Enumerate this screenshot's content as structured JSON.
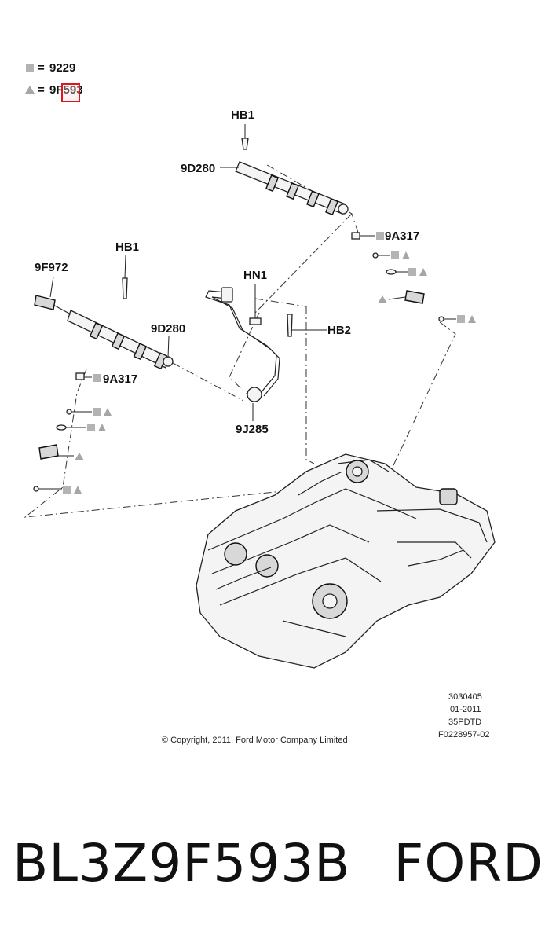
{
  "legend": {
    "square_part": "9229",
    "triangle_part": "9F593",
    "separator": "="
  },
  "callouts": {
    "hb1_top": "HB1",
    "d280_top": "9D280",
    "a317_right": "9A317",
    "hb1_left": "HB1",
    "f972": "9F972",
    "hn1": "HN1",
    "d280_left": "9D280",
    "hb2": "HB2",
    "a317_left": "9A317",
    "j285": "9J285"
  },
  "drawing_info": {
    "code1": "3030405",
    "date": "01-2011",
    "code2": "35PDTD",
    "figure": "F0228957-02",
    "copyright": "© Copyright, 2011, Ford Motor Company Limited"
  },
  "footer": {
    "part_number": "BL3Z9F593B",
    "brand": "FORD"
  },
  "colors": {
    "highlight": "#e0141e",
    "marker_gray": "#b0b0b0"
  }
}
